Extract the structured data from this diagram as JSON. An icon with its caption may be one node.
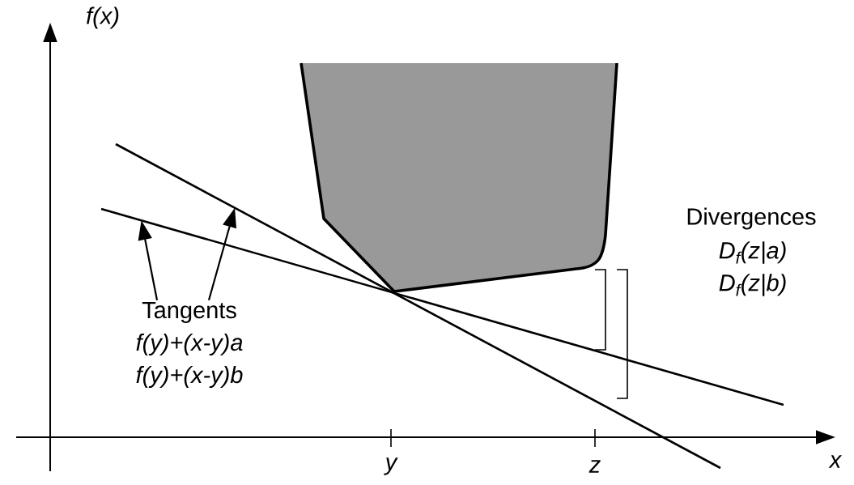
{
  "diagram": {
    "nodes": [
      {
        "text": [
          "Tangents",
          "f(y)+(x-y)a",
          "f(y)+(x-y)b"
        ]
      },
      {
        "text": [],
        "shape": "line"
      },
      {
        "text": [],
        "shape": "line"
      }
    ],
    "edges": [
      {
        "from": 0,
        "to": 2,
        "arrow": "to"
      },
      {
        "from": 0,
        "to": 1,
        "arrow": "to"
      }
    ],
    "labels": [
      "f(x)",
      "Divergences",
      "D$_{f}$(z|a)",
      "D$_{f}$(z|b)",
      "y",
      "z",
      "x"
    ]
  }
}
